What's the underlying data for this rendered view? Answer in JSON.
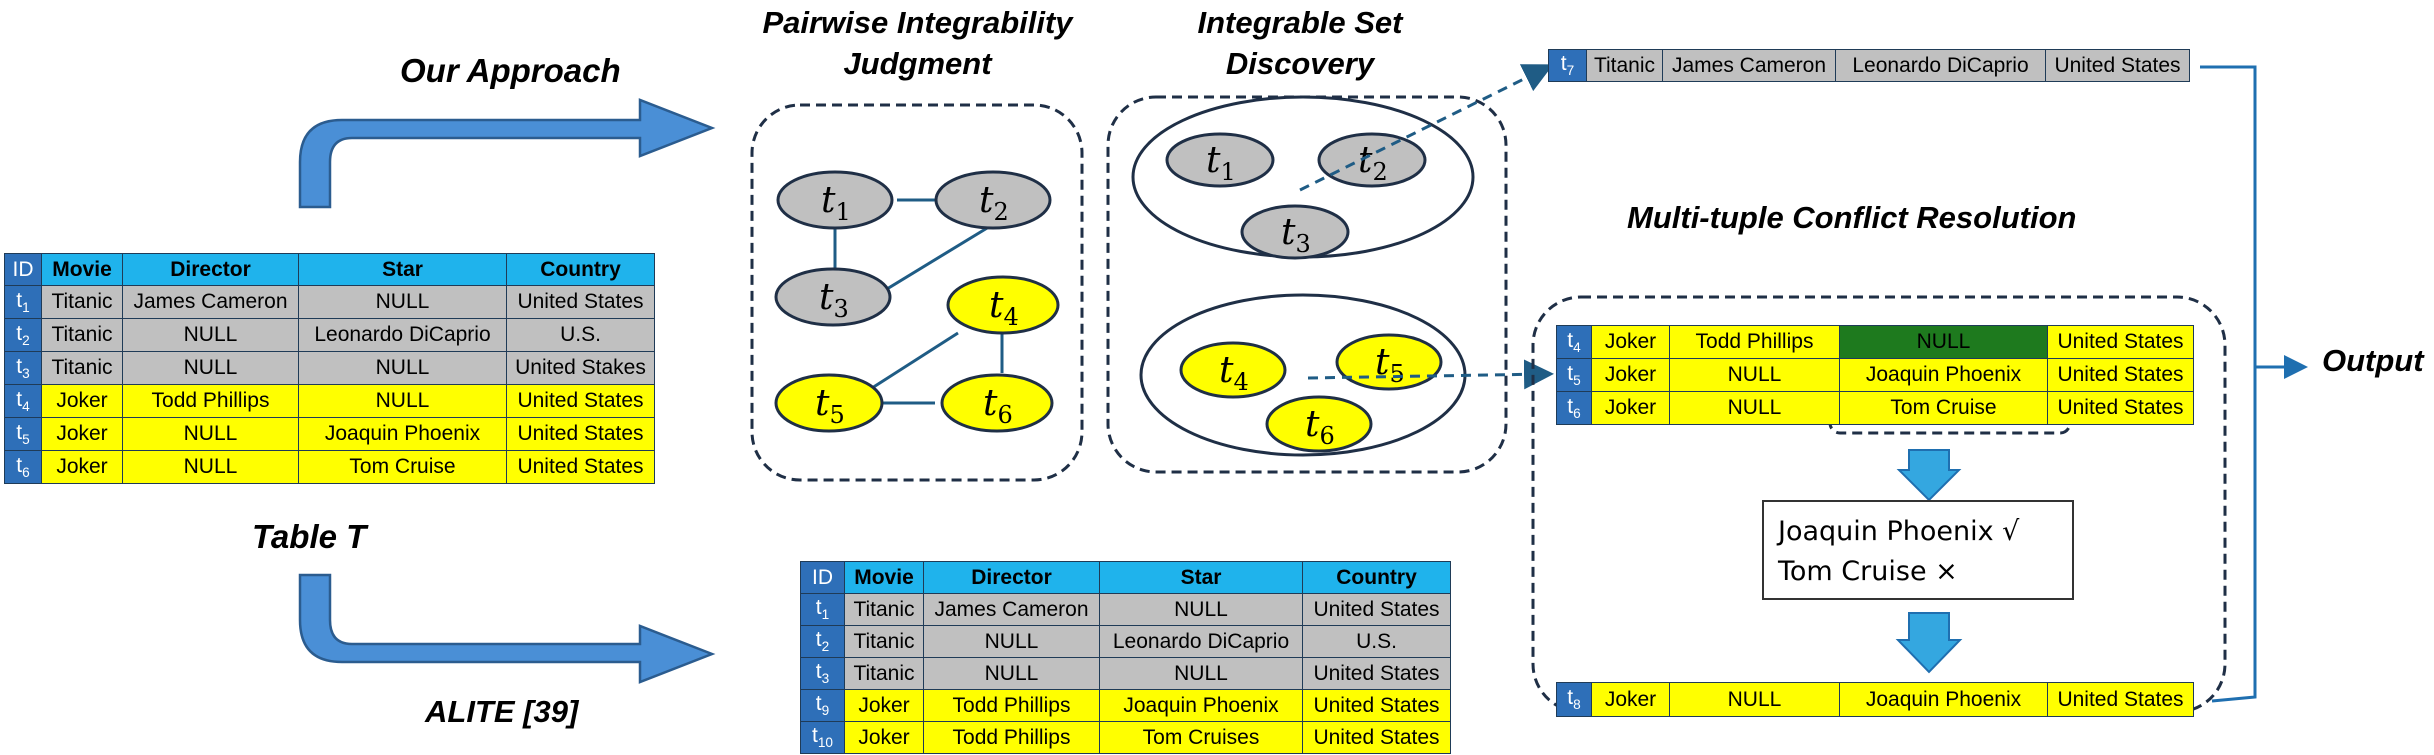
{
  "labels": {
    "our_approach": "Our Approach",
    "pairwise": "Pairwise Integrability Judgment",
    "integrable": "Integrable Set Discovery",
    "multi": "Multi-tuple Conflict Resolution",
    "table_t": "Table T",
    "alite": "ALITE [39]",
    "output": "Output"
  },
  "tableT": {
    "headers": [
      "ID",
      "Movie",
      "Director",
      "Star",
      "Country"
    ],
    "rows": [
      {
        "id": "t",
        "sub": "1",
        "cells": [
          "Titanic",
          "James Cameron",
          "NULL",
          "United States"
        ],
        "color": "gray"
      },
      {
        "id": "t",
        "sub": "2",
        "cells": [
          "Titanic",
          "NULL",
          "Leonardo DiCaprio",
          "U.S."
        ],
        "color": "gray"
      },
      {
        "id": "t",
        "sub": "3",
        "cells": [
          "Titanic",
          "NULL",
          "NULL",
          "United Stakes"
        ],
        "color": "gray"
      },
      {
        "id": "t",
        "sub": "4",
        "cells": [
          "Joker",
          "Todd Phillips",
          "NULL",
          "United States"
        ],
        "color": "yellow"
      },
      {
        "id": "t",
        "sub": "5",
        "cells": [
          "Joker",
          "NULL",
          "Joaquin Phoenix",
          "United States"
        ],
        "color": "yellow"
      },
      {
        "id": "t",
        "sub": "6",
        "cells": [
          "Joker",
          "NULL",
          "Tom Cruise",
          "United States"
        ],
        "color": "yellow"
      }
    ]
  },
  "tableAlite": {
    "headers": [
      "ID",
      "Movie",
      "Director",
      "Star",
      "Country"
    ],
    "rows": [
      {
        "id": "t",
        "sub": "1",
        "cells": [
          "Titanic",
          "James Cameron",
          "NULL",
          "United States"
        ],
        "color": "gray"
      },
      {
        "id": "t",
        "sub": "2",
        "cells": [
          "Titanic",
          "NULL",
          "Leonardo DiCaprio",
          "U.S."
        ],
        "color": "gray"
      },
      {
        "id": "t",
        "sub": "3",
        "cells": [
          "Titanic",
          "NULL",
          "NULL",
          "United States"
        ],
        "color": "gray"
      },
      {
        "id": "t",
        "sub": "9",
        "cells": [
          "Joker",
          "Todd Phillips",
          "Joaquin Phoenix",
          "United States"
        ],
        "color": "yellow"
      },
      {
        "id": "t",
        "sub": "10",
        "cells": [
          "Joker",
          "Todd Phillips",
          "Tom Cruises",
          "United States"
        ],
        "color": "yellow"
      }
    ]
  },
  "t7": {
    "id": "t",
    "sub": "7",
    "cells": [
      "Titanic",
      "James Cameron",
      "Leonardo DiCaprio",
      "United States"
    ]
  },
  "conflict": [
    {
      "id": "t",
      "sub": "4",
      "cells": [
        "Joker",
        "Todd Phillips",
        "NULL",
        "United States"
      ]
    },
    {
      "id": "t",
      "sub": "5",
      "cells": [
        "Joker",
        "NULL",
        "Joaquin Phoenix",
        "United States"
      ]
    },
    {
      "id": "t",
      "sub": "6",
      "cells": [
        "Joker",
        "NULL",
        "Tom Cruise",
        "United States"
      ]
    }
  ],
  "resolution": [
    "Joaquin Phoenix √",
    "Tom Cruise ×"
  ],
  "t8": {
    "id": "t",
    "sub": "8",
    "cells": [
      "Joker",
      "NULL",
      "Joaquin Phoenix",
      "United States"
    ]
  },
  "graph_nodes": [
    {
      "label": "t",
      "sub": "1"
    },
    {
      "label": "t",
      "sub": "2"
    },
    {
      "label": "t",
      "sub": "3"
    },
    {
      "label": "t",
      "sub": "4"
    },
    {
      "label": "t",
      "sub": "5"
    },
    {
      "label": "t",
      "sub": "6"
    }
  ],
  "set_nodes": [
    {
      "label": "t",
      "sub": "1"
    },
    {
      "label": "t",
      "sub": "2"
    },
    {
      "label": "t",
      "sub": "3"
    },
    {
      "label": "t",
      "sub": "4"
    },
    {
      "label": "t",
      "sub": "5"
    },
    {
      "label": "t",
      "sub": "6"
    }
  ],
  "colors": {
    "gray": "#c0c0c0",
    "yellow": "#ffff00",
    "header": "#1fb3ec",
    "id": "#2e6fb8",
    "edge": "#1f5c85",
    "arrow": "#4a8fd6",
    "conflict": "#1e7a1e"
  }
}
